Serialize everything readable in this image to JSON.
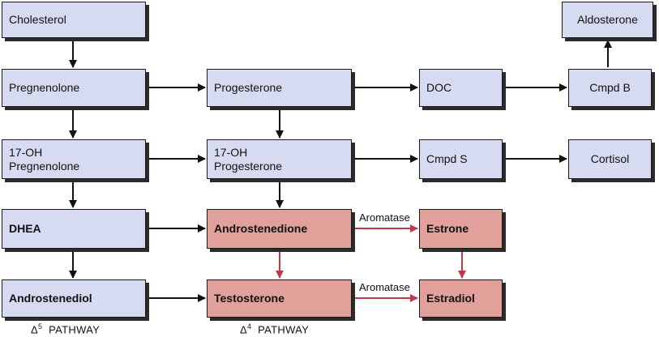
{
  "nodes": {
    "cholesterol": "Cholesterol",
    "pregnenolone": "Pregnenolone",
    "hydroxy_pregnenolone": "17-OH\nPregnenolone",
    "dhea": "DHEA",
    "androstenediol": "Androstenediol",
    "progesterone": "Progesterone",
    "hydroxy_progesterone": "17-OH\nProgesterone",
    "androstenedione": "Androstenedione",
    "testosterone": "Testosterone",
    "doc": "DOC",
    "cmpd_s": "Cmpd S",
    "estrone": "Estrone",
    "estradiol": "Estradiol",
    "aldosterone": "Aldosterone",
    "cmpd_b": "Cmpd B",
    "cortisol": "Cortisol"
  },
  "labels": {
    "aromatase_top": "Aromatase",
    "aromatase_bottom": "Aromatase"
  },
  "pathways": {
    "delta": "Δ",
    "delta5_sup": "5",
    "delta4_sup": "4",
    "name": "PATHWAY"
  },
  "colors": {
    "blue_box": "#d6dbf2",
    "red_box": "#e2a09a",
    "black_arrow": "#111111",
    "red_arrow": "#c0394a"
  }
}
